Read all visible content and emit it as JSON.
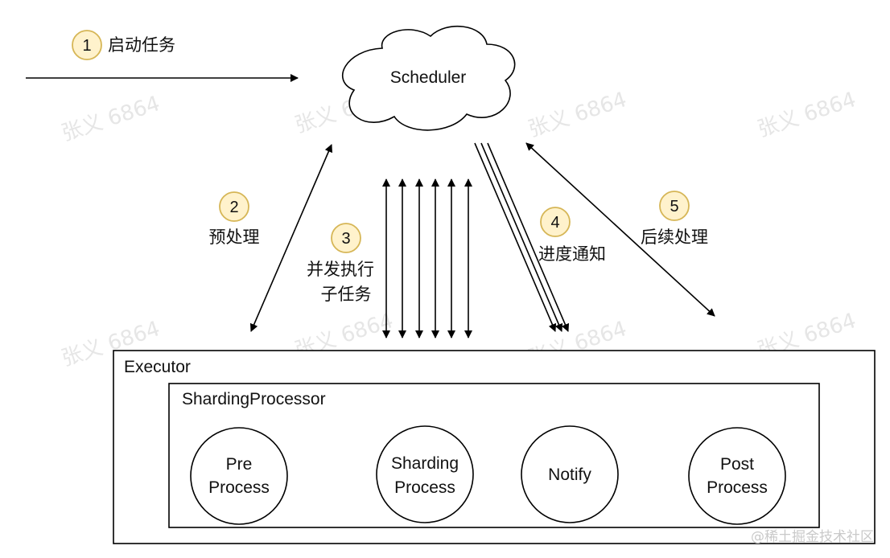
{
  "steps": [
    {
      "number": "1",
      "label": "启动任务"
    },
    {
      "number": "2",
      "label": "预处理"
    },
    {
      "number": "3",
      "label_line1": "并发执行",
      "label_line2": "子任务"
    },
    {
      "number": "4",
      "label": "进度通知"
    },
    {
      "number": "5",
      "label": "后续处理"
    }
  ],
  "scheduler": {
    "label": "Scheduler"
  },
  "executor": {
    "label": "Executor",
    "sharding_processor": {
      "label": "ShardingProcessor",
      "circles": [
        {
          "line1": "Pre",
          "line2": "Process"
        },
        {
          "line1": "Sharding",
          "line2": "Process"
        },
        {
          "line1": "Notify",
          "line2": ""
        },
        {
          "line1": "Post",
          "line2": "Process"
        }
      ]
    }
  },
  "watermark": "张义 6864",
  "footer": "@稀土掘金技术社区",
  "colors": {
    "step_fill": "#fff2cc",
    "step_stroke": "#d6b656",
    "line": "#000000"
  }
}
